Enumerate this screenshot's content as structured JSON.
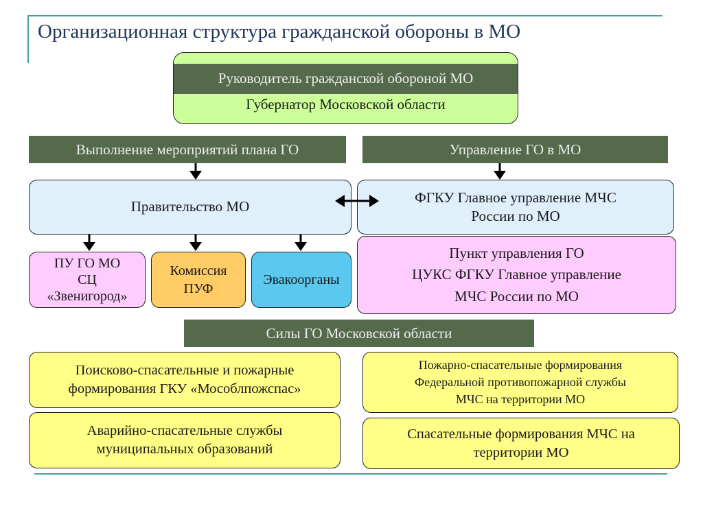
{
  "title": "Организационная структура гражданской обороны в МО",
  "leader": {
    "header": "Руководитель гражданской обороной МО",
    "name": "Губернатор Московской области"
  },
  "left_header": "Выполнение мероприятий плана ГО",
  "right_header": "Управление ГО в МО",
  "government": "Правительство МО",
  "fgku": {
    "line1": "ФГКУ Главное управление МЧС",
    "line2": "России по МО"
  },
  "pu_go": {
    "line1": "ПУ ГО МО",
    "line2": "СЦ",
    "line3": "«Звенигород»"
  },
  "commission": {
    "line1": "Комиссия",
    "line2": "ПУФ"
  },
  "evac": "Эвакоорганы",
  "control_point": {
    "line1": "Пункт управления ГО",
    "line2": "ЦУКС ФГКУ Главное управление",
    "line3": "МЧС России по МО"
  },
  "forces_header": "Силы ГО Московской области",
  "search_rescue": {
    "line1": "Поисково-спасательные и пожарные",
    "line2": "формирования ГКУ «Мособлпожспас»"
  },
  "emergency_services": {
    "line1": "Аварийно-спасательные службы",
    "line2": "муниципальных образований"
  },
  "fire_rescue": {
    "line1": "Пожарно-спасательные формирования",
    "line2": "Федеральной противопожарной службы",
    "line3": "МЧС на территории МО"
  },
  "rescue_mchs": {
    "line1": "Спасательные формирования  МЧС на",
    "line2": "территории МО"
  }
}
